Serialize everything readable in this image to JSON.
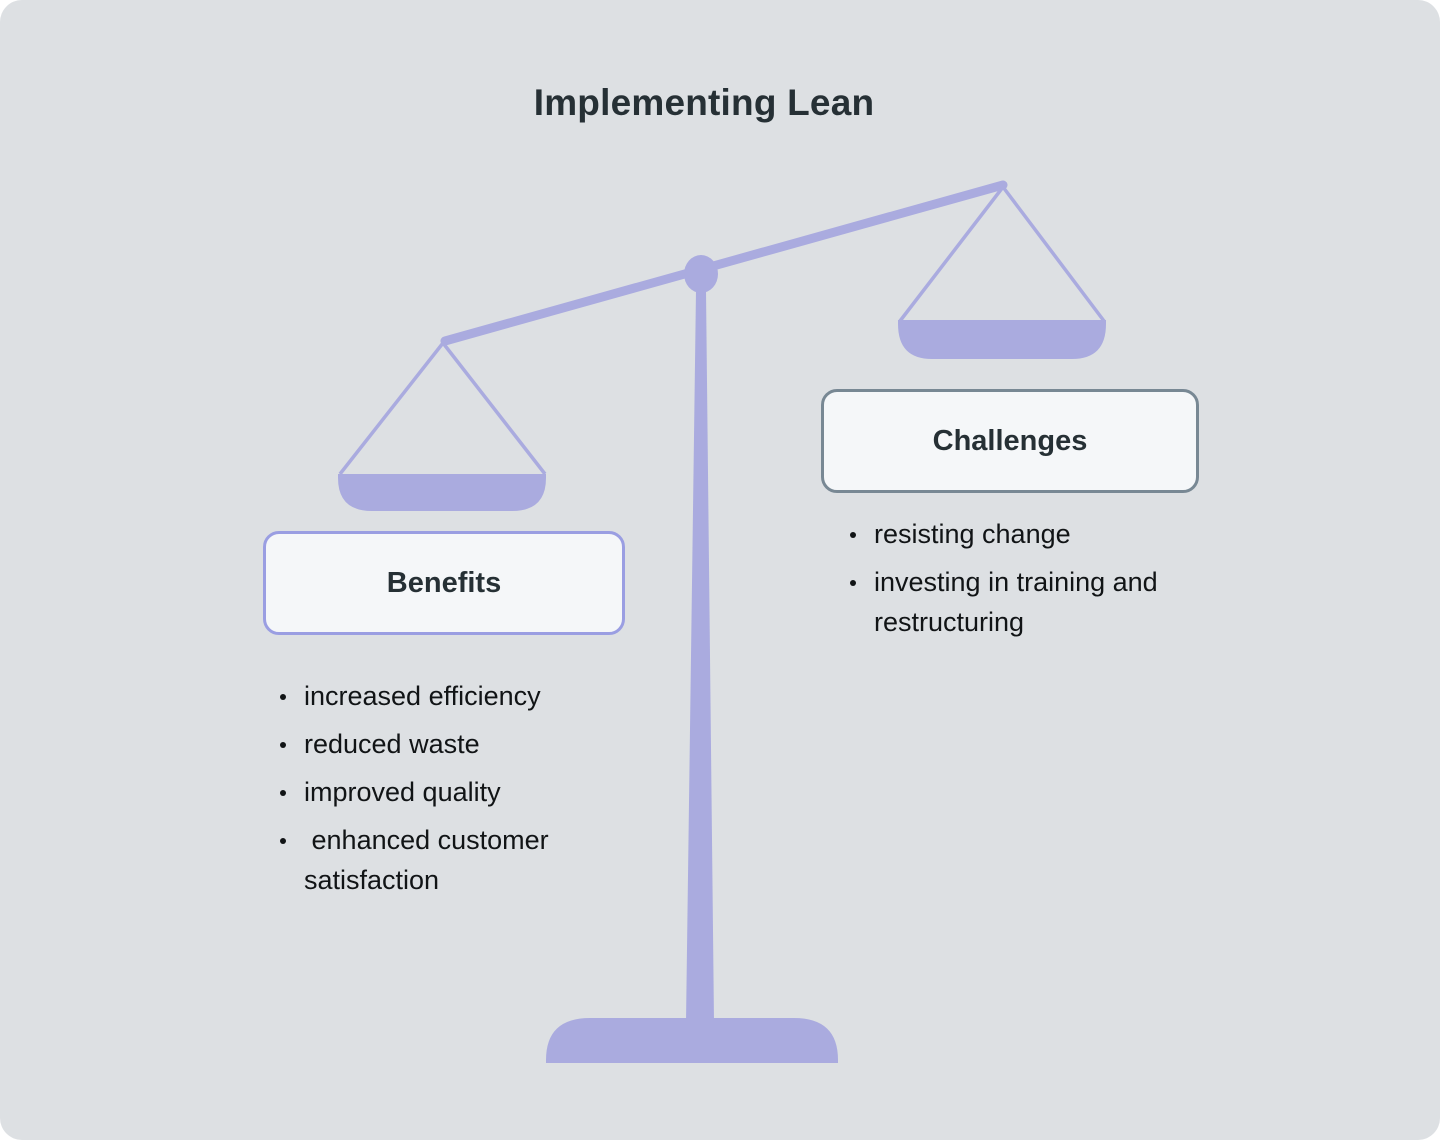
{
  "title": "Implementing Lean",
  "colors": {
    "background": "#dde0e3",
    "scale": "#aaabdf",
    "benefits_border": "#9a9ee2",
    "challenges_border": "#788894",
    "box_fill": "#f5f7f9",
    "text": "#263035"
  },
  "benefits": {
    "label": "Benefits",
    "items": [
      "increased efficiency",
      "reduced waste",
      "improved quality",
      " enhanced customer satisfaction"
    ]
  },
  "challenges": {
    "label": "Challenges",
    "items": [
      "resisting change",
      "investing in training and restructuring"
    ]
  }
}
